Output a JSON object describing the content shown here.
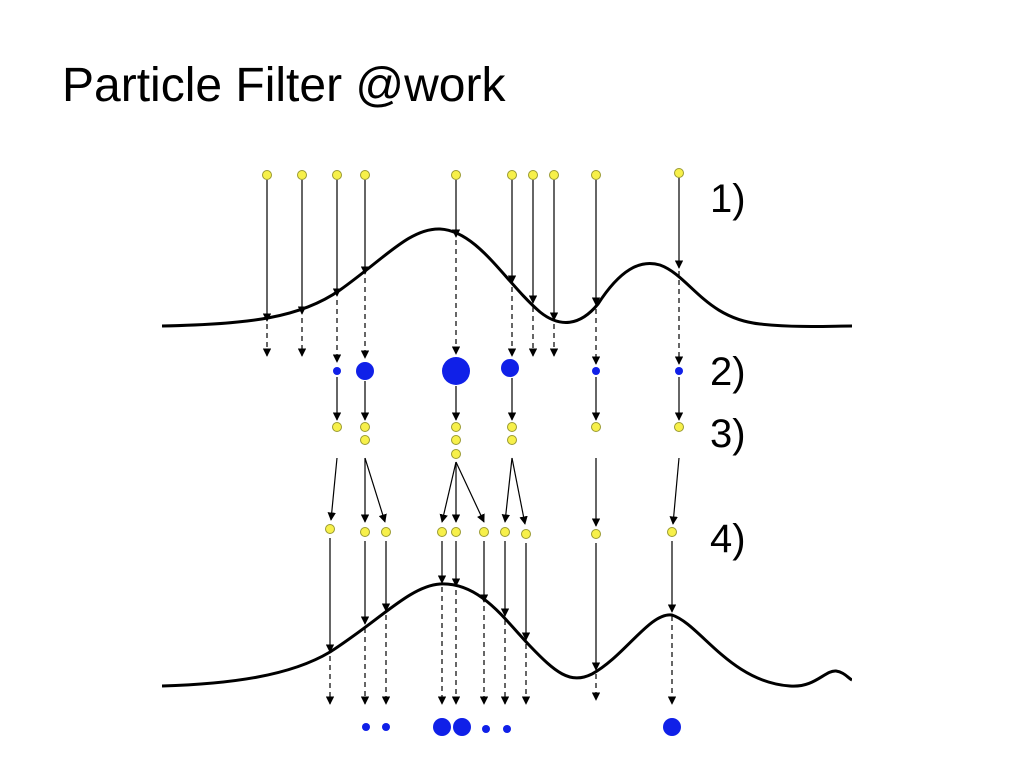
{
  "slide": {
    "title": "Particle Filter @work"
  },
  "steps": [
    {
      "label": "1)"
    },
    {
      "label": "2)"
    },
    {
      "label": "3)"
    },
    {
      "label": "4)"
    }
  ],
  "colors": {
    "particle_fill": "#f7f04a",
    "particle_stroke": "#9a9a30",
    "weight_fill": "#1020e8",
    "line": "#000000",
    "background": "#ffffff"
  }
}
